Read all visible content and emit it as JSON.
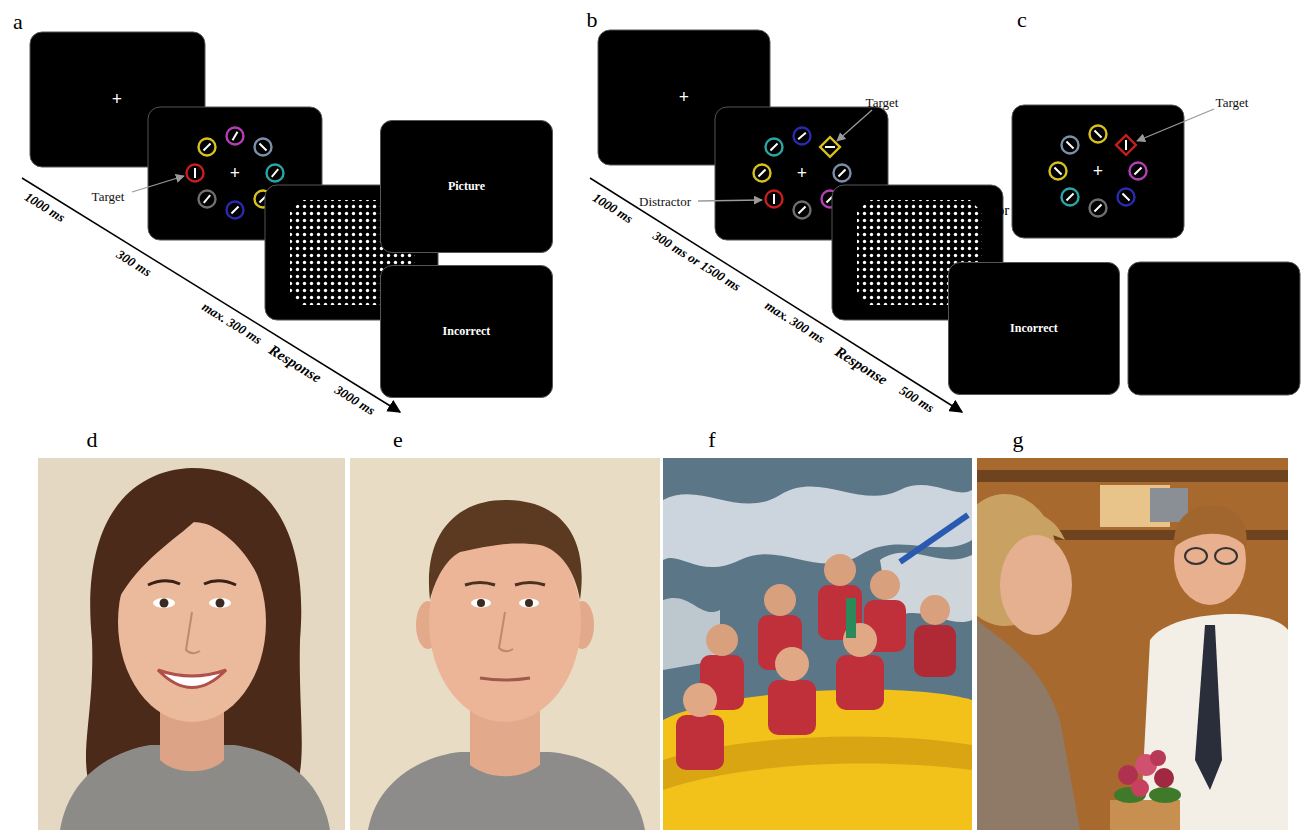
{
  "diagram": {
    "nodes": [
      {
        "text": [
          "Picture"
        ]
      },
      {
        "text": [
          "Incorrect"
        ]
      },
      {
        "text": [
          "Incorrect"
        ]
      }
    ],
    "labels": [
      "a",
      "b",
      "c",
      "+",
      "+",
      "Target",
      "1000 ms",
      "300 ms",
      "max. 300 ms",
      "Response",
      "3000 ms",
      "+",
      "+",
      "Target",
      "Distractor",
      "1000 ms",
      "300 ms or 1500 ms",
      "max. 300 ms",
      "Response",
      "500 ms",
      "or",
      "Target",
      "+",
      "d",
      "e",
      "f",
      "g"
    ]
  }
}
